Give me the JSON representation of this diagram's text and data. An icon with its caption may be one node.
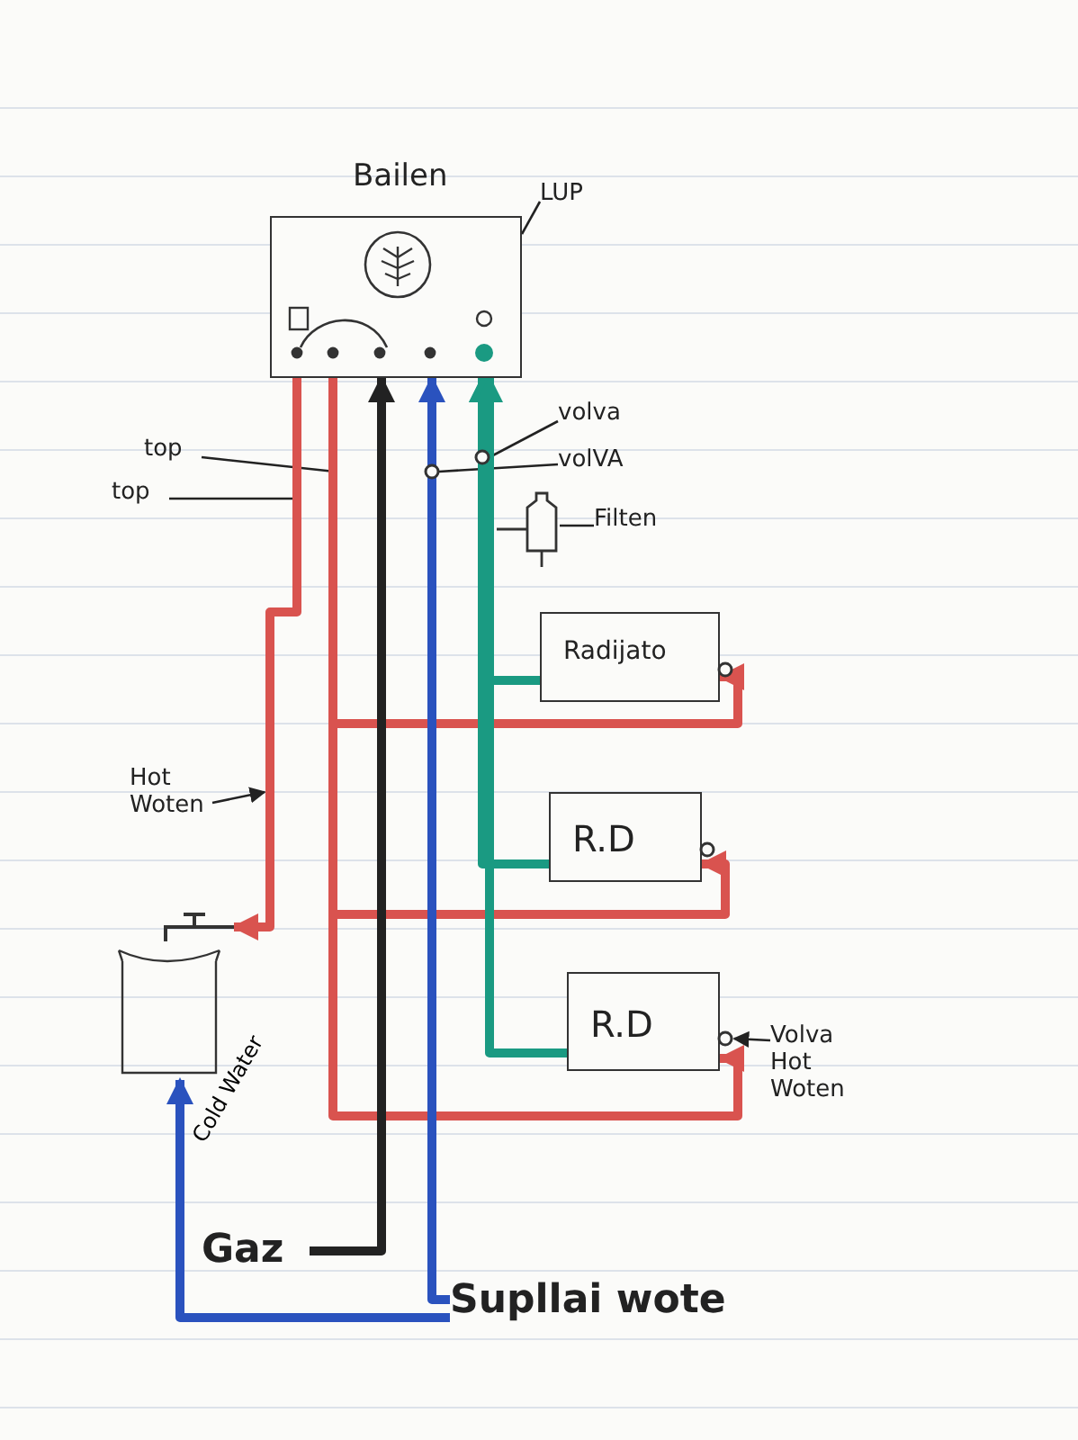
{
  "diagram": {
    "nodes": [
      {
        "text": [
          "Bailen"
        ]
      },
      {
        "text": [
          "LUP"
        ]
      },
      {
        "text": [
          "volva"
        ]
      },
      {
        "text": [
          "volVA"
        ]
      },
      {
        "text": [],
        "shape": "picture"
      },
      {
        "text": [
          "Filten"
        ]
      },
      {
        "text": [
          "top"
        ]
      },
      {
        "text": [
          "top"
        ]
      },
      {
        "text": [
          "Radijato"
        ]
      },
      {
        "text": [
          "R.D"
        ]
      },
      {
        "text": [
          "R.D"
        ]
      },
      {
        "text": [
          "Hot Woten"
        ]
      },
      {
        "text": [],
        "shape": "picture"
      },
      {
        "text": [
          "Volva Hot Woten"
        ]
      },
      {
        "text": [
          "Gaz"
        ]
      },
      {
        "text": [
          "Supllai wote"
        ]
      }
    ],
    "edges": [
      {
        "from": 1,
        "to": 0,
        "arrow": "none"
      },
      {
        "from": 2,
        "to": null,
        "arrow": "none"
      },
      {
        "from": 3,
        "to": null,
        "arrow": "none"
      },
      {
        "from": 5,
        "to": 4,
        "arrow": "none"
      },
      {
        "from": 6,
        "to": null,
        "arrow": "none"
      },
      {
        "from": 7,
        "to": null,
        "arrow": "none"
      },
      {
        "from": 11,
        "to": null,
        "arrow": "to"
      },
      {
        "from": 13,
        "to": null,
        "arrow": "to"
      },
      {
        "from": 0,
        "to": 8,
        "arrow": "to",
        "color": "#d9534f"
      },
      {
        "from": 0,
        "to": 9,
        "arrow": "to",
        "color": "#d9534f"
      },
      {
        "from": 0,
        "to": 10,
        "arrow": "to",
        "color": "#d9534f"
      },
      {
        "from": 0,
        "to": 12,
        "arrow": "to",
        "color": "#d9534f"
      },
      {
        "from": 8,
        "to": 0,
        "arrow": "to",
        "color": "#1a9a82"
      },
      {
        "from": 9,
        "to": 0,
        "arrow": "to",
        "color": "#1a9a82"
      },
      {
        "from": 10,
        "to": 0,
        "arrow": "to",
        "color": "#1a9a82"
      },
      {
        "from": 14,
        "to": 0,
        "arrow": "to",
        "color": "#222222"
      },
      {
        "from": 15,
        "to": 0,
        "arrow": "to",
        "color": "#2a52be"
      },
      {
        "from": 15,
        "to": 12,
        "arrow": "to",
        "color": "#2a52be"
      }
    ],
    "labels": [
      "Cold Water"
    ]
  }
}
